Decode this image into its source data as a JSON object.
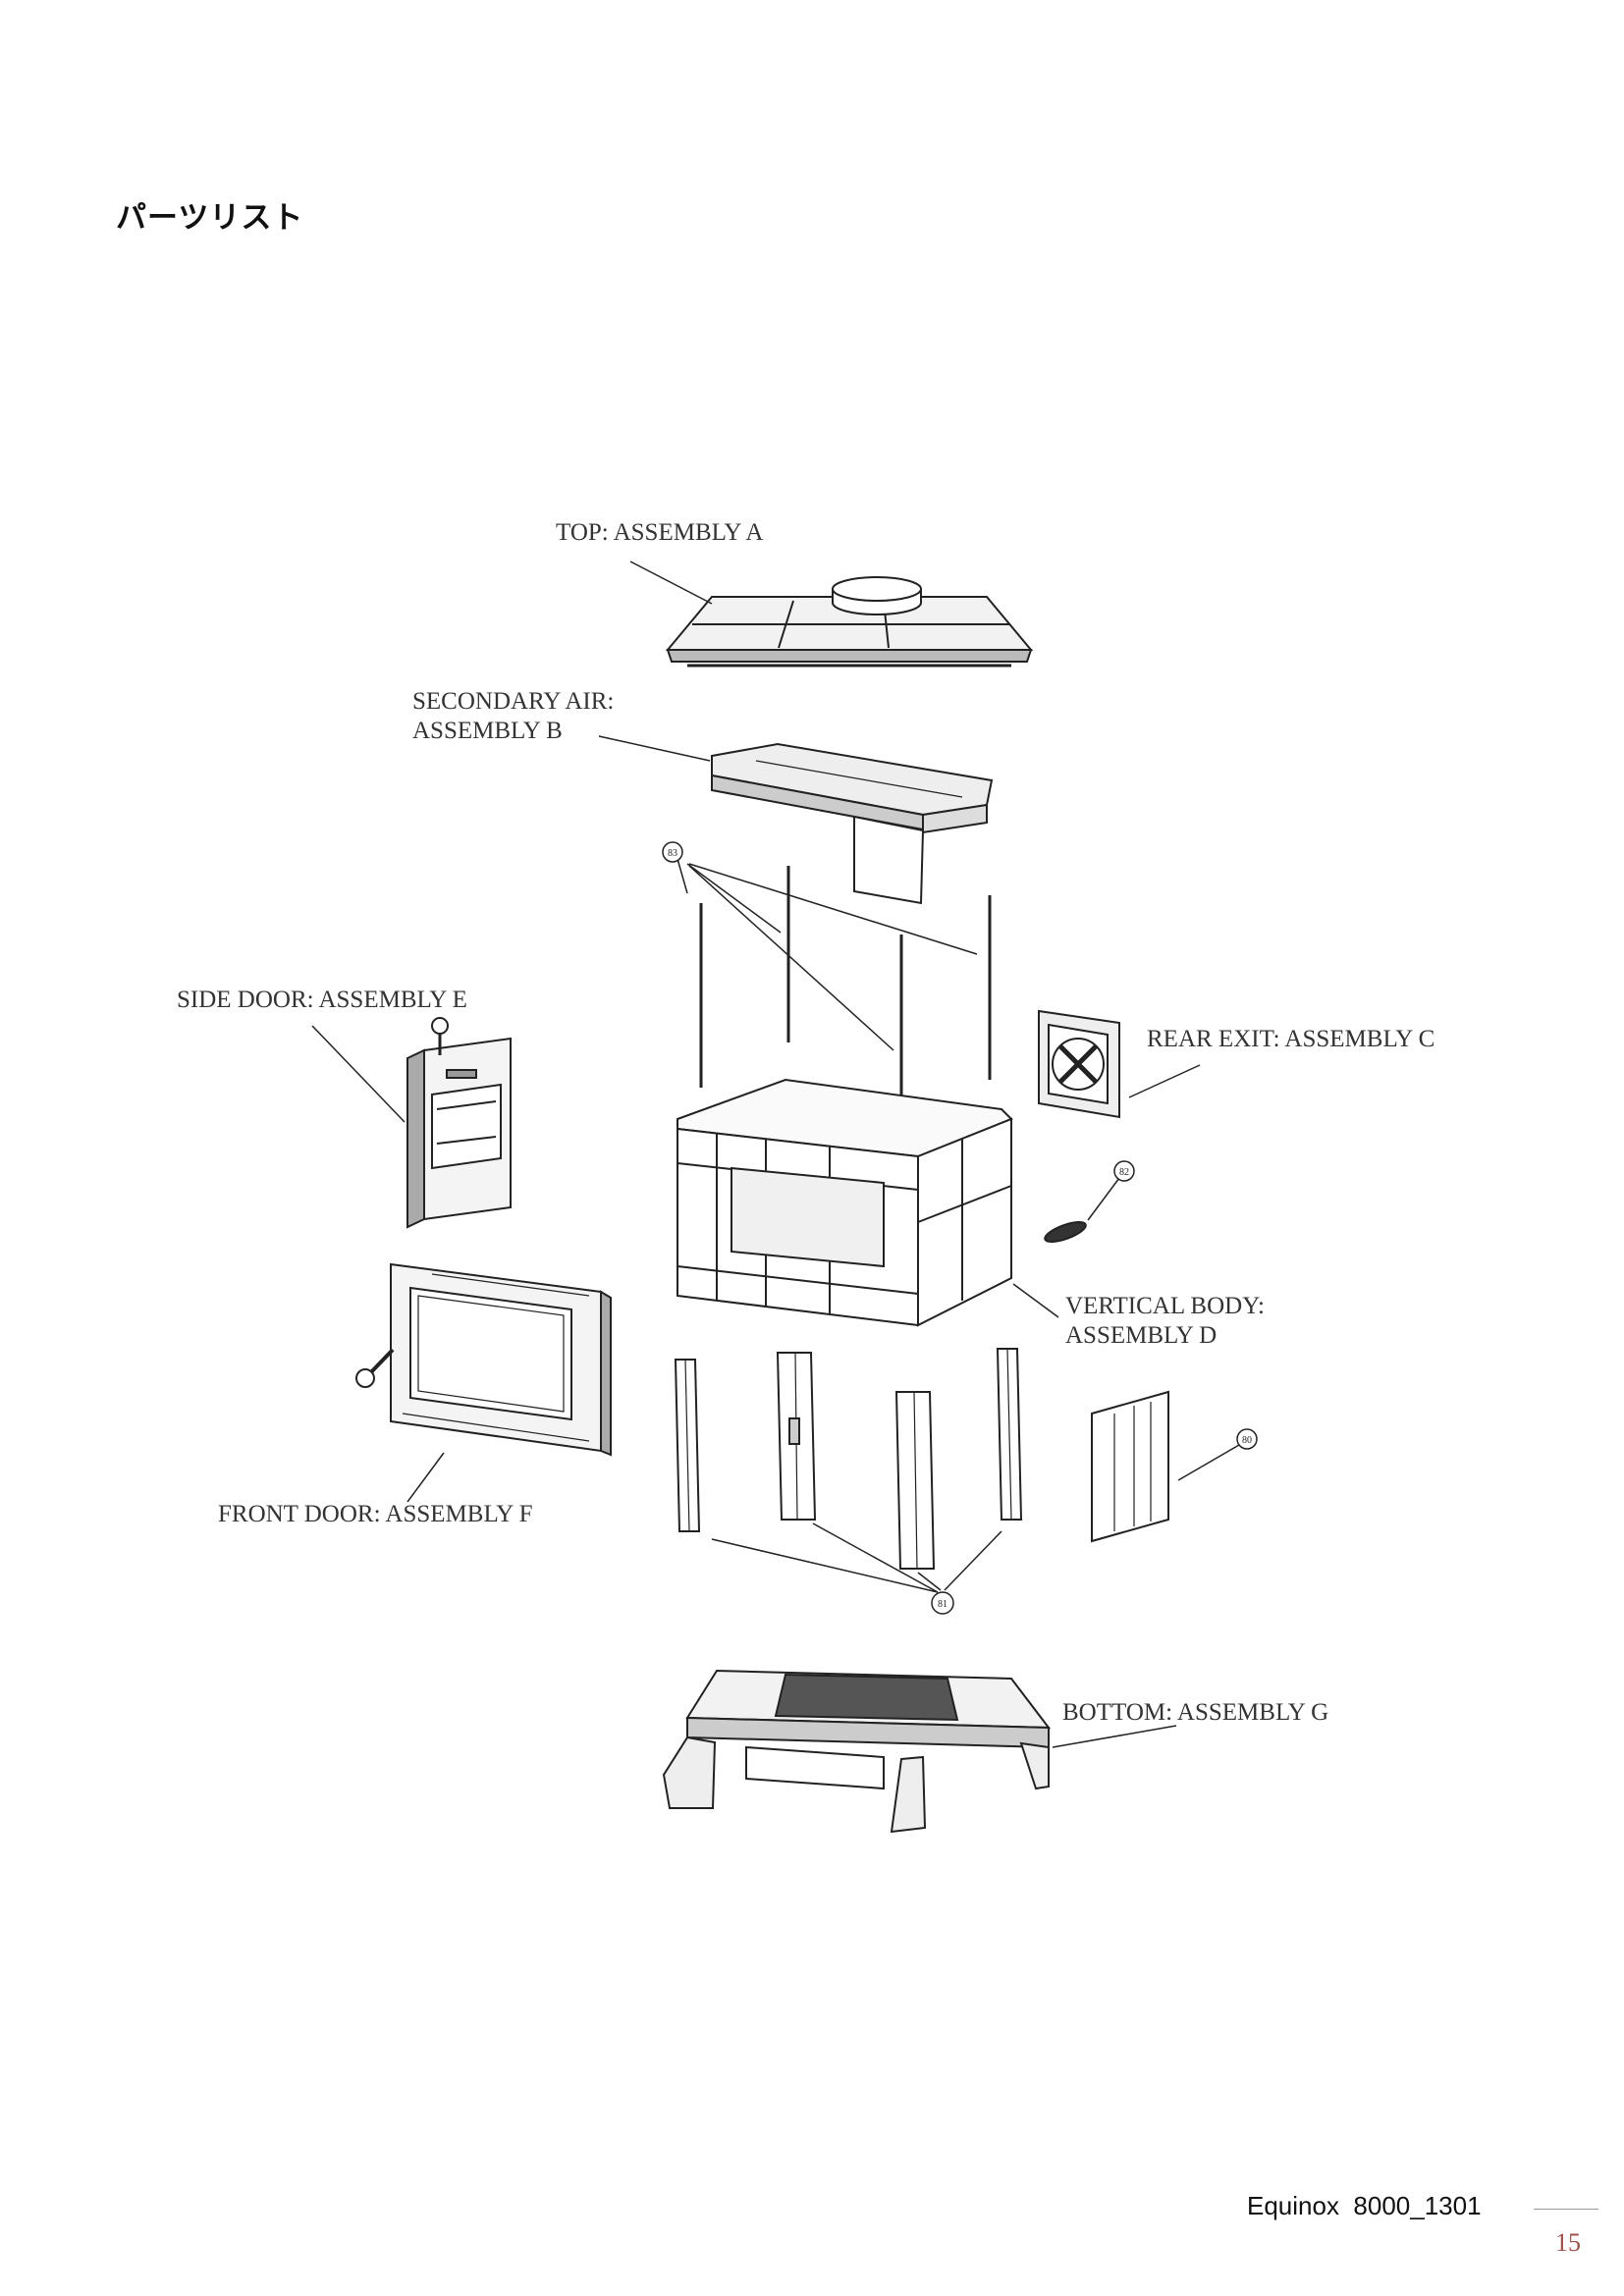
{
  "page": {
    "title": "パーツリスト",
    "footer": "Equinox  8000_1301",
    "page_number": "15"
  },
  "labels": {
    "top": "TOP: ASSEMBLY A",
    "secondary_air_1": "SECONDARY AIR:",
    "secondary_air_2": "ASSEMBLY B",
    "side_door": "SIDE DOOR: ASSEMBLY E",
    "rear_exit": "REAR EXIT: ASSEMBLY C",
    "vertical_body_1": "VERTICAL BODY:",
    "vertical_body_2": "ASSEMBLY D",
    "front_door": "FRONT DOOR: ASSEMBLY F",
    "bottom": "BOTTOM: ASSEMBLY G"
  },
  "callouts": {
    "rods": "83",
    "gasket": "82",
    "panel": "80",
    "columns": "81"
  }
}
